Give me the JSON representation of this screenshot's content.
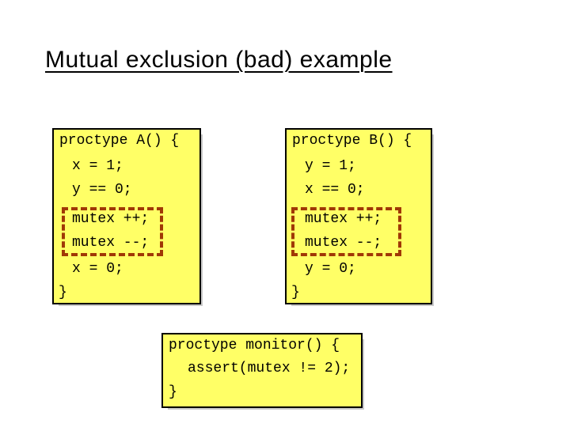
{
  "slide": {
    "title": "Mutual exclusion (bad) example"
  },
  "colors": {
    "background": "#FFFFFF",
    "code_box_fill": "#FFFF66",
    "code_box_border": "#000000",
    "mutex_highlight_dash": "#A03806",
    "text": "#000000",
    "shadow": "#C9C9C9"
  },
  "box_a": {
    "lines": [
      "proctype A() {",
      "x = 1;",
      "y == 0;",
      "mutex ++;",
      "mutex --;",
      "x = 0;",
      "}"
    ]
  },
  "box_b": {
    "lines": [
      "proctype B() {",
      "y = 1;",
      "x == 0;",
      "mutex ++;",
      "mutex --;",
      "y = 0;",
      "}"
    ]
  },
  "box_monitor": {
    "lines": [
      "proctype monitor() {",
      "assert(mutex != 2);",
      "}"
    ]
  }
}
